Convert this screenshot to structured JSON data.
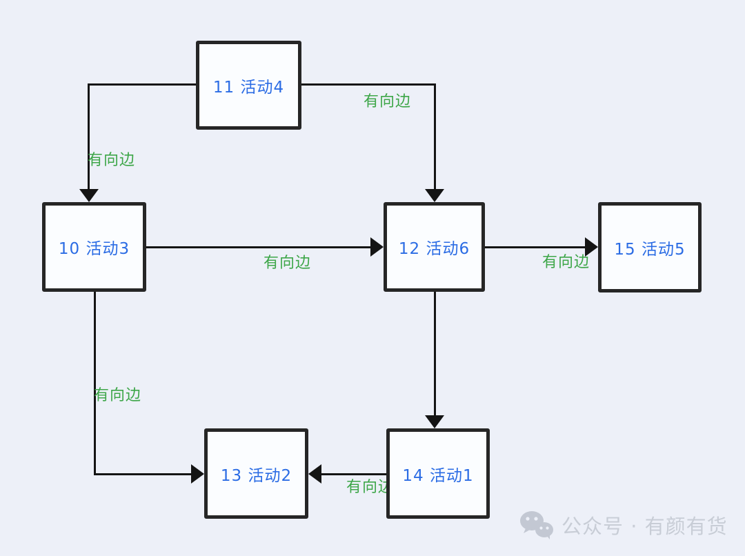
{
  "canvas": {
    "background_color": "#edf0f8"
  },
  "diagram": {
    "nodes": [
      {
        "id": "11",
        "label": "11 活动4"
      },
      {
        "id": "10",
        "label": "10 活动3"
      },
      {
        "id": "12",
        "label": "12 活动6"
      },
      {
        "id": "15",
        "label": "15 活动5"
      },
      {
        "id": "13",
        "label": "13 活动2"
      },
      {
        "id": "14",
        "label": "14 活动1"
      }
    ],
    "edges": [
      {
        "from": "11 活动4",
        "to": "10 活动3",
        "label": "有向边"
      },
      {
        "from": "11 活动4",
        "to": "12 活动6",
        "label": "有向边"
      },
      {
        "from": "10 活动3",
        "to": "12 活动6",
        "label": "有向边"
      },
      {
        "from": "12 活动6",
        "to": "15 活动5",
        "label": "有向边"
      },
      {
        "from": "12 活动6",
        "to": "14 活动1"
      },
      {
        "from": "10 活动3",
        "to": "13 活动2",
        "label": "有向边"
      },
      {
        "from": "14 活动1",
        "to": "13 活动2",
        "label": "有向边"
      }
    ],
    "colors": {
      "node_fill": "#fbfdff",
      "node_border": "#262626",
      "node_text": "#2b6ce4",
      "edge_line": "#141414",
      "edge_label_text": "#3da648"
    }
  },
  "watermark": {
    "icon": "wechat-icon",
    "text": "公众号 · 有颜有货",
    "color": "#c8cdd6"
  }
}
